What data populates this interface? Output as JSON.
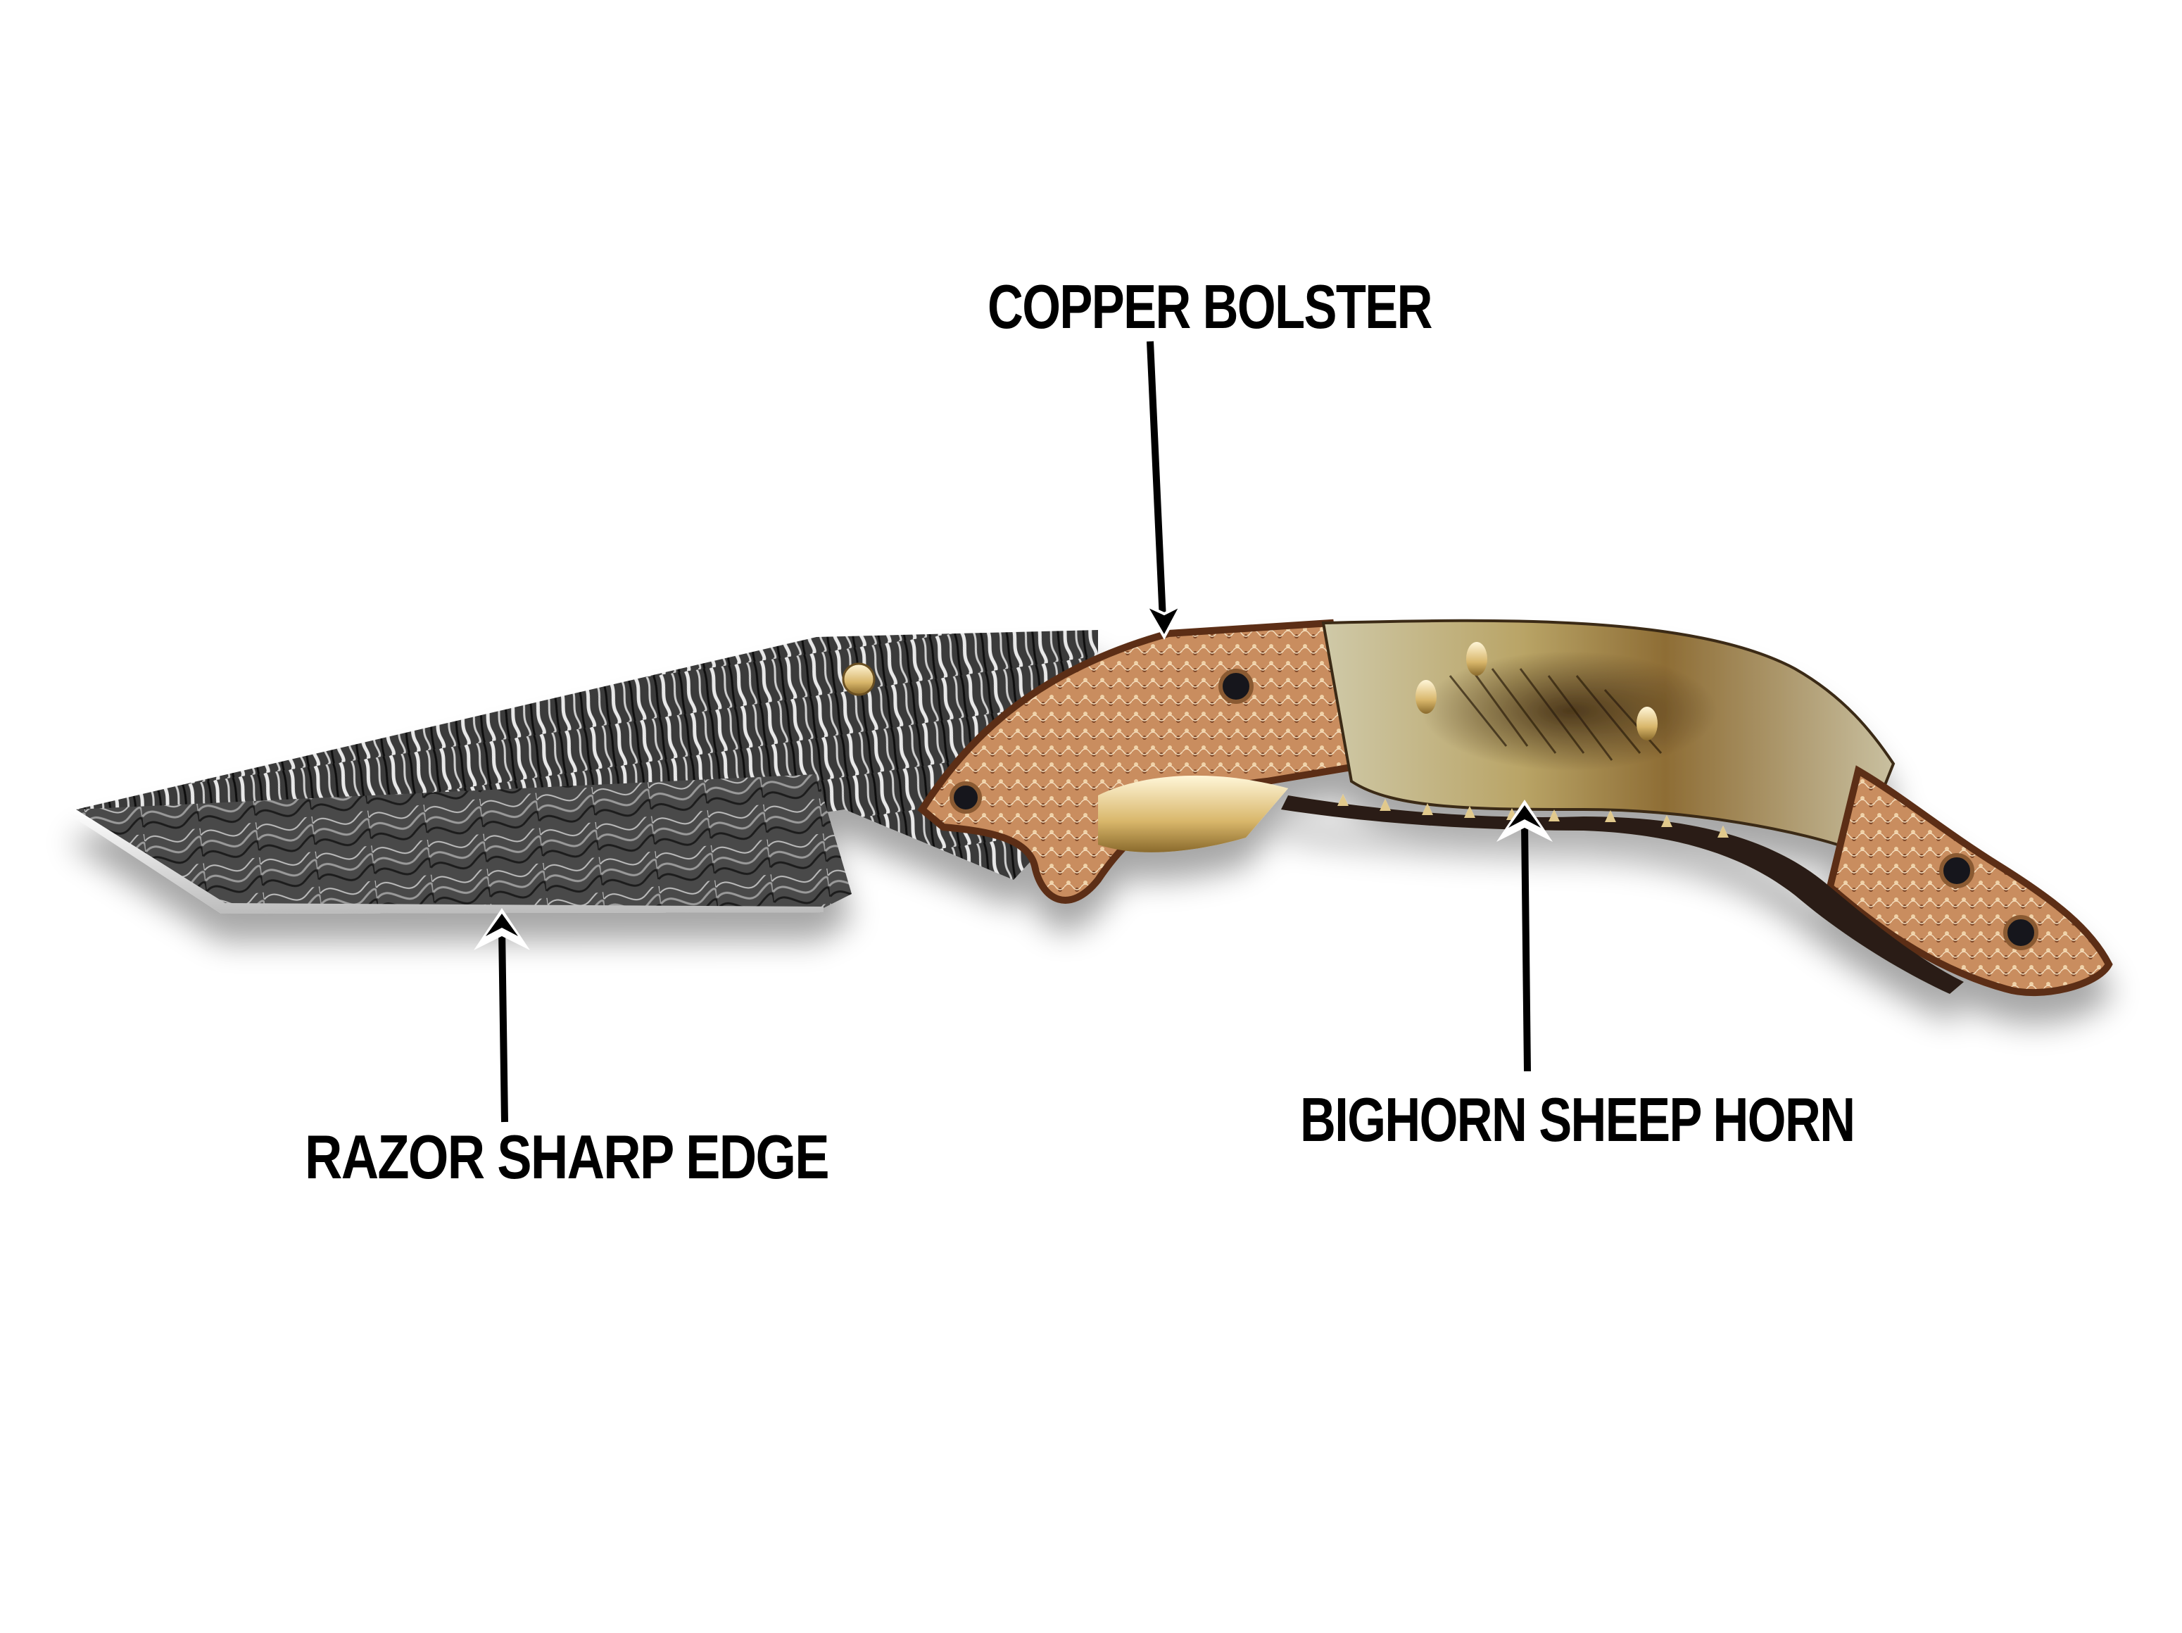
{
  "image": {
    "subject": "Damascus steel folding knife with copper bolsters and bighorn sheep horn handle",
    "background_color": "#ffffff"
  },
  "callouts": [
    {
      "id": "copper-bolster",
      "label": "COPPER BOLSTER",
      "arrow_direction": "down"
    },
    {
      "id": "razor-sharp-edge",
      "label": "RAZOR SHARP EDGE",
      "arrow_direction": "up"
    },
    {
      "id": "bighorn-sheep-horn",
      "label": "BIGHORN SHEEP HORN",
      "arrow_direction": "up"
    }
  ],
  "colors": {
    "label_text": "#000000",
    "arrow": "#000000",
    "damascus_dark": "#2b2b2b",
    "damascus_light": "#e6e6e6",
    "copper": "#b7774a",
    "copper_dark": "#6e3f22",
    "horn_light": "#d8cfa6",
    "horn_dark": "#5a4321",
    "pin_brass": "#e9d9a4",
    "screw_black": "#14181c"
  }
}
